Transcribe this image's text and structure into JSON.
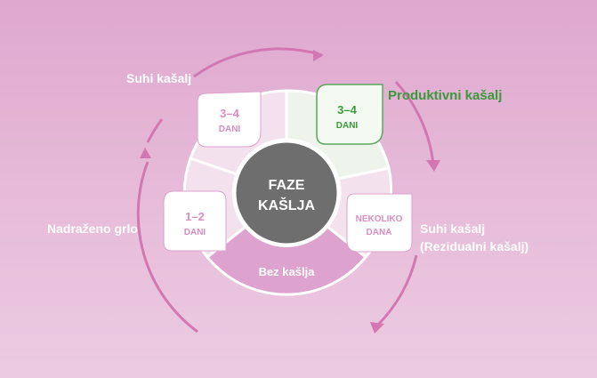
{
  "center": {
    "line1": "FAZE",
    "line2": "KAŠLJA"
  },
  "phases": {
    "dry": {
      "label": "Suhi kašalj",
      "days": "3–4",
      "unit": "DANI"
    },
    "productive": {
      "label": "Produktivni kašalj",
      "days": "3–4",
      "unit": "DANI"
    },
    "residual": {
      "label_line1": "Suhi kašalj",
      "label_line2": "(Rezidualni kašalj)",
      "days": "NEKOLIKO",
      "unit": "DANA"
    },
    "throat": {
      "label": "Nadraženo grlo",
      "days": "1–2",
      "unit": "DANI"
    },
    "none": {
      "label": "Bez kašlja"
    }
  },
  "colors": {
    "arrow": "#d277b2",
    "badge_text": "#d98ec0",
    "productive_text": "#3a9a3a",
    "center": "#6e6e6e",
    "bottom_segment": "#dda2cd"
  }
}
